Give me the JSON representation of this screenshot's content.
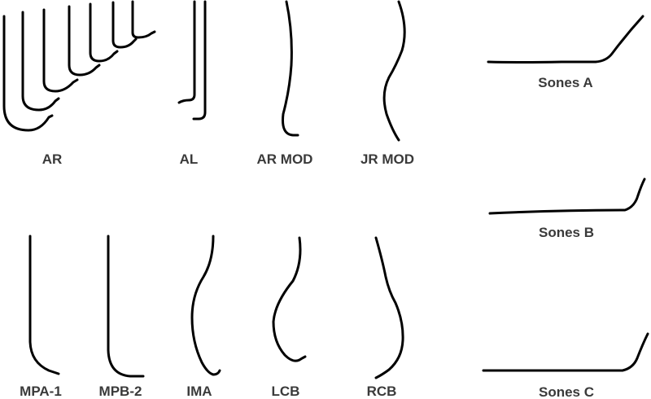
{
  "diagram": {
    "labels": {
      "ar": "AR",
      "al": "AL",
      "ar_mod": "AR MOD",
      "jr_mod": "JR MOD",
      "sones_a": "Sones A",
      "sones_b": "Sones B",
      "sones_c": "Sones C",
      "mpa_1": "MPA-1",
      "mpb_2": "MPB-2",
      "ima": "IMA",
      "lcb": "LCB",
      "rcb": "RCB"
    }
  }
}
